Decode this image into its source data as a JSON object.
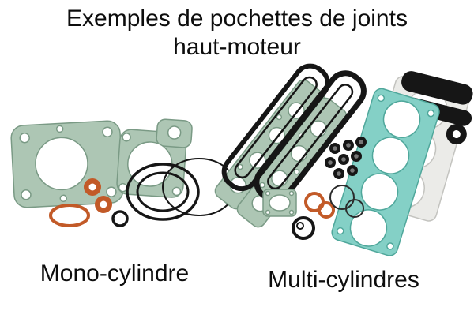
{
  "title": {
    "line1": "Exemples de pochettes de joints",
    "line2": "haut-moteur"
  },
  "labels": {
    "mono": "Mono-cylindre",
    "multi": "Multi-cylindres"
  },
  "figure": {
    "mono_image": "mono-cylinder-gasket-set-photo",
    "multi_image": "multi-cylinder-gasket-set-photo"
  },
  "colors": {
    "gasket_green": "#adc6b4",
    "gasket_green_edge": "#7a9a85",
    "gasket_teal": "#84d0c6",
    "gasket_teal_edge": "#4fa79b",
    "copper": "#c25a28",
    "rubber": "#161616",
    "text": "#0d0d0d",
    "background": "#ffffff"
  }
}
